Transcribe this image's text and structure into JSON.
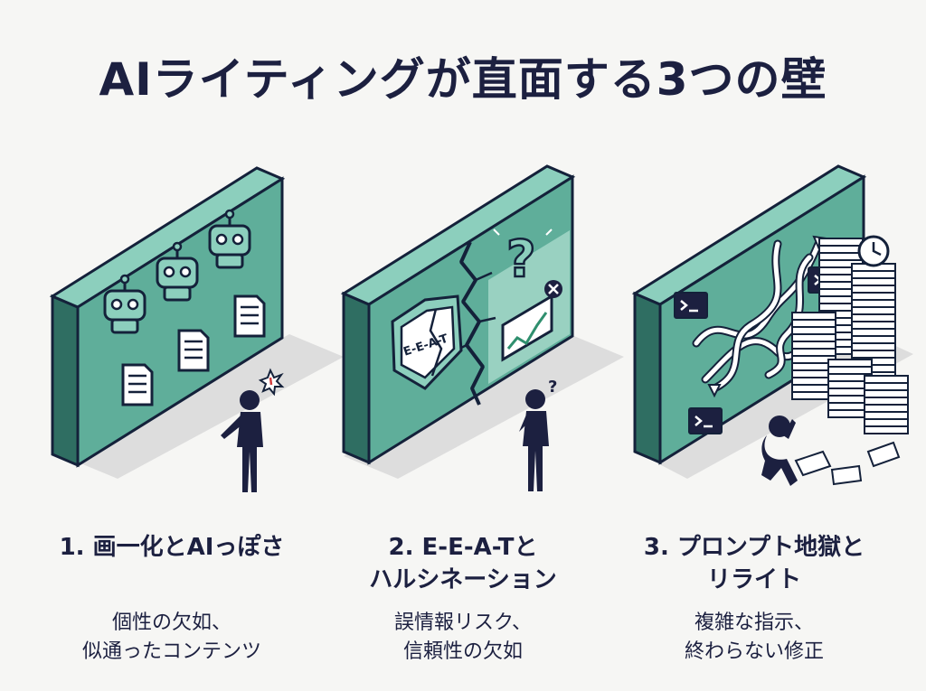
{
  "title": "AIライティングが直面する3つの壁",
  "walls": [
    {
      "heading": "1. 画一化とAIっぽさ",
      "description": "個性の欠如、\n似通ったコンテンツ"
    },
    {
      "heading": "2. E-E-A-Tと\nハルシネーション",
      "description": "誤情報リスク、\n信頼性の欠如",
      "shield_label": "E-E-A-T"
    },
    {
      "heading": "3. プロンプト地獄と\nリライト",
      "description": "複雑な指示、\n終わらない修正"
    }
  ],
  "colors": {
    "wall_front": "#5fae9a",
    "wall_side": "#2f6e62",
    "wall_top": "#8ccfbd",
    "outline": "#14213a",
    "figure": "#1c2040",
    "background": "#f6f6f4"
  }
}
